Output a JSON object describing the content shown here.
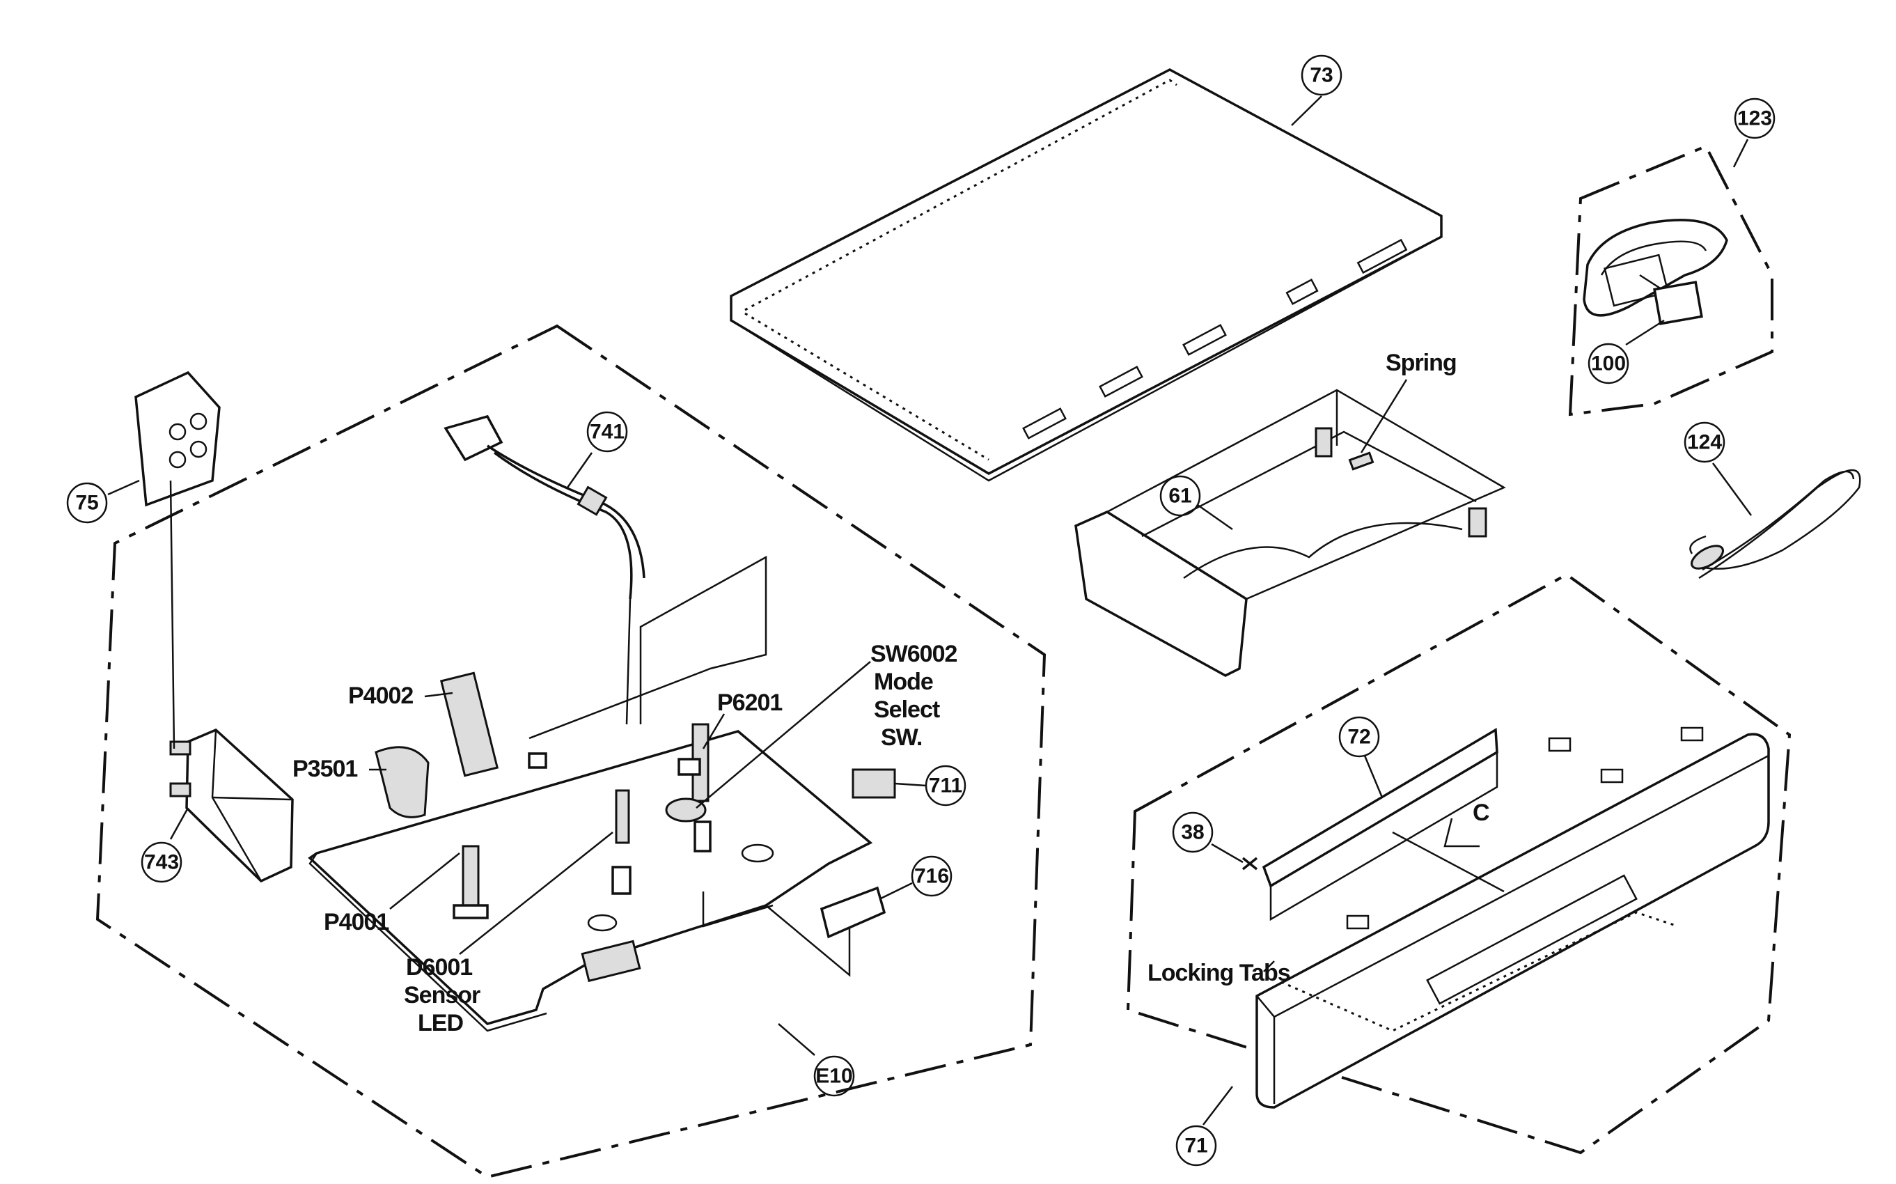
{
  "diagram": {
    "callouts": {
      "c73": "73",
      "c123": "123",
      "c100": "100",
      "c124": "124",
      "c61": "61",
      "c75": "75",
      "c741": "741",
      "c743": "743",
      "c711": "711",
      "c716": "716",
      "c38": "38",
      "c72": "72",
      "c71": "71",
      "cE10": "E10"
    },
    "labels": {
      "spring": "Spring",
      "p4002": "P4002",
      "p3501": "P3501",
      "p6201": "P6201",
      "p4001": "P4001",
      "sw6002_line1": "SW6002",
      "sw6002_line2": "Mode",
      "sw6002_line3": "Select",
      "sw6002_line4": "SW.",
      "d6001_line1": "D6001",
      "d6001_line2": "Sensor",
      "d6001_line3": "LED",
      "locking_tabs": "Locking Tabs",
      "view_c": "C"
    }
  }
}
